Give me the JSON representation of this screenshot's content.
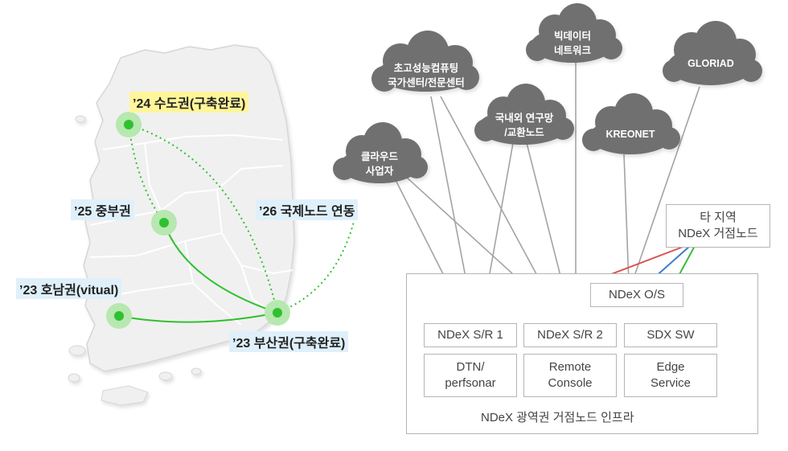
{
  "map": {
    "regions": [
      {
        "id": "sudo",
        "label": "’24 수도권(구축완료)",
        "highlight": "yellow"
      },
      {
        "id": "jungbu",
        "label": "’25 중부권",
        "highlight": "blue"
      },
      {
        "id": "honam",
        "label": "’23 호남권(vitual)",
        "highlight": "blue"
      },
      {
        "id": "busan",
        "label": "’23 부산권(구축완료)",
        "highlight": "blue"
      },
      {
        "id": "intl",
        "label": "’26 국제노드 연동",
        "highlight": "blue"
      }
    ]
  },
  "clouds": [
    {
      "id": "hpc",
      "lines": [
        "초고성능컴퓨팅",
        "국가센터/전문센터"
      ]
    },
    {
      "id": "bigdata",
      "lines": [
        "빅데이터",
        "네트워크"
      ]
    },
    {
      "id": "gloriad",
      "lines": [
        "GLORIAD"
      ]
    },
    {
      "id": "research",
      "lines": [
        "국내외 연구망",
        "/교환노드"
      ]
    },
    {
      "id": "kreonet",
      "lines": [
        "KREONET"
      ]
    },
    {
      "id": "cloudbiz",
      "lines": [
        "클라우드",
        "사업자"
      ]
    }
  ],
  "infra": {
    "title": "NDeX 광역권 거점노드 인프라",
    "other_region": [
      "타 지역",
      "NDeX 거점노드"
    ],
    "os": "NDeX O/S",
    "sr1": "NDeX S/R 1",
    "sr2": "NDeX S/R 2",
    "sdx": "SDX SW",
    "dtn": [
      "DTN/",
      "perfsonar"
    ],
    "remote": [
      "Remote",
      "Console"
    ],
    "edge": [
      "Edge",
      "Service"
    ]
  },
  "colors": {
    "node": "#2fc12f",
    "node_halo": "#b6e8b0",
    "cloud": "#6f6f6f",
    "link_gray": "#9a9a9a",
    "link_red": "#d9534f",
    "link_blue": "#3a7bd5",
    "link_green": "#3cba3c"
  }
}
